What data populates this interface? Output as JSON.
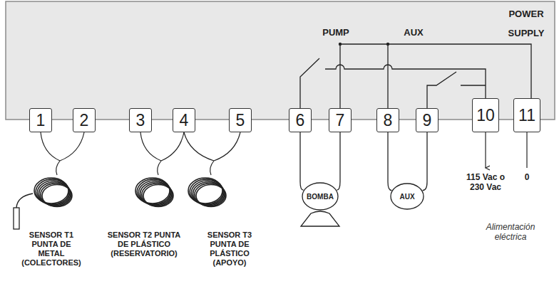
{
  "diagram": {
    "nodes": [
      {
        "text": [
          "1"
        ]
      },
      {
        "text": [
          "2"
        ]
      },
      {
        "text": [
          "3"
        ]
      },
      {
        "text": [
          "4"
        ]
      },
      {
        "text": [
          "5"
        ]
      },
      {
        "text": [
          "6"
        ]
      },
      {
        "text": [
          "7"
        ]
      },
      {
        "text": [
          "8"
        ]
      },
      {
        "text": [
          "9"
        ]
      },
      {
        "text": [
          "10"
        ]
      },
      {
        "text": [
          "11"
        ]
      },
      {
        "text": [
          "BOMBA"
        ]
      },
      {
        "text": [
          "AUX"
        ]
      }
    ],
    "edges": [
      {
        "from": 5,
        "to": 11,
        "arrow": "none"
      },
      {
        "from": 6,
        "to": 11,
        "arrow": "none"
      },
      {
        "from": 7,
        "to": 12,
        "arrow": "none"
      },
      {
        "from": 8,
        "to": 12,
        "arrow": "none"
      }
    ],
    "labels": [
      "PUMP",
      "AUX",
      "POWER SUPPLY",
      "SENSOR T1 PUNTA DE METAL (COLECTORES)",
      "SENSOR T2 PUNTA DE PLÁSTICO (RESERVATORIO)",
      "SENSOR T3 PUNTA DE PLÁSTICO (APOYO)",
      "115 Vac o 230 Vac",
      "0",
      "Alimentación eléctrica"
    ]
  }
}
